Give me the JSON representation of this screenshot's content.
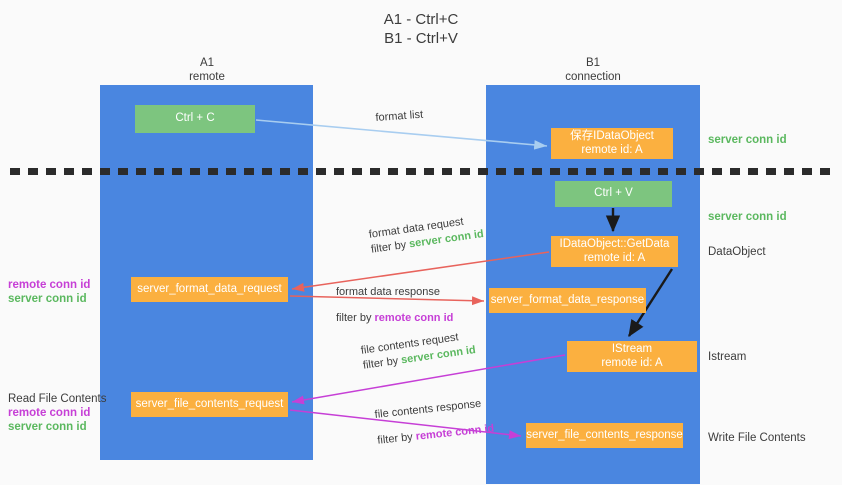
{
  "title": {
    "line1": "A1 - Ctrl+C",
    "line2": "B1 - Ctrl+V"
  },
  "lanes": [
    {
      "id": "a1",
      "name": "A1",
      "sub": "remote",
      "color": "#4a86e0"
    },
    {
      "id": "b1",
      "name": "B1",
      "sub": "connection",
      "color": "#4a86e0"
    }
  ],
  "colors": {
    "lane_blue": "#4a86e0",
    "box_green": "#7dc57f",
    "box_orange": "#fbb040",
    "accent_green_text": "#5bb85f",
    "accent_purple_text": "#c63fd6",
    "arrow_lightblue": "#a8cdf0",
    "arrow_red": "#e8635c",
    "arrow_magenta": "#c63fd6",
    "arrow_black": "#1a1a1a",
    "background": "#fafafa"
  },
  "boxes": {
    "ctrl_c": {
      "label": "Ctrl + C",
      "type": "green"
    },
    "save_dataobject": {
      "line1": "保存IDataObject",
      "line2": "remote id: A",
      "type": "orange"
    },
    "ctrl_v": {
      "label": "Ctrl + V",
      "type": "green"
    },
    "getdata": {
      "line1": "IDataObject::GetData",
      "line2": "remote id: A",
      "type": "orange"
    },
    "istream": {
      "line1": "IStream",
      "line2": "remote id: A",
      "type": "orange"
    },
    "server_format_data_request": {
      "label": "server_format_data_request",
      "type": "orange"
    },
    "server_format_data_response": {
      "label": "server_format_data_response",
      "type": "orange"
    },
    "server_file_contents_request": {
      "label": "server_file_contents_request",
      "type": "orange"
    },
    "server_file_contents_response": {
      "label": "server_file_contents_response",
      "type": "orange"
    }
  },
  "flow_labels": {
    "format_list": "format list",
    "format_data_request": "format data request",
    "format_data_request_filter_prefix": "filter by ",
    "format_data_request_filter_value": "server conn id",
    "format_data_response": "format data response",
    "format_data_response_filter_prefix": "filter by ",
    "format_data_response_filter_value": "remote conn id",
    "file_contents_request": "file contents request",
    "file_contents_request_filter_prefix": "filter by ",
    "file_contents_request_filter_value": "server conn id",
    "file_contents_response": "file contents response",
    "file_contents_response_filter_prefix": "filter by ",
    "file_contents_response_filter_value": "remote conn id"
  },
  "right_notes": {
    "server_conn_id_1": "server conn id",
    "server_conn_id_2": "server conn id",
    "dataobject": "DataObject",
    "istream": "Istream",
    "write_file_contents": "Write File Contents"
  },
  "left_notes": {
    "group1_remote": "remote conn id",
    "group1_server": "server conn id",
    "read_file_contents": "Read File Contents",
    "group2_remote": "remote conn id",
    "group2_server": "server conn id"
  }
}
